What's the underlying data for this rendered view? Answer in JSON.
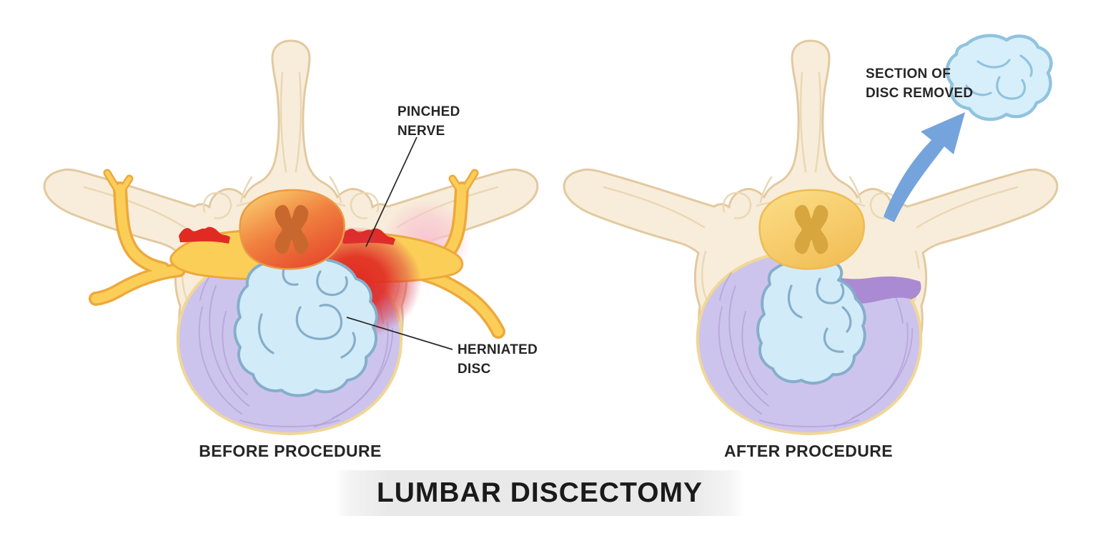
{
  "title": {
    "text": "LUMBAR DISCECTOMY"
  },
  "panels": {
    "before": {
      "caption": "BEFORE PROCEDURE",
      "labels": {
        "pinched_nerve": {
          "line1": "PINCHED",
          "line2": "NERVE"
        },
        "herniated_disc": {
          "line1": "HERNIATED",
          "line2": "DISC"
        }
      }
    },
    "after": {
      "caption": "AFTER PROCEDURE",
      "labels": {
        "section_removed": {
          "line1": "SECTION OF",
          "line2": "DISC REMOVED"
        }
      }
    }
  },
  "icons": {
    "removal_arrow": "curved-arrow-up-right-icon"
  },
  "palette": {
    "bone_fill": "#F8EDDA",
    "bone_stroke": "#E2C9A0",
    "bone_line": "#EAD8B5",
    "nerve_fill": "#FBCE58",
    "nerve_stroke": "#EDA93C",
    "cord_before_light": "#F9C96B",
    "cord_before_deep": "#E5452C",
    "cord_before_stroke": "#EA9B45",
    "gray_before": "#C9682E",
    "cord_after_light": "#FBDC85",
    "cord_after_deep": "#F2BD55",
    "cord_after_stroke": "#EEBB52",
    "gray_after": "#D8A63F",
    "inflammation_red": "#E12B22",
    "glow_pink": "#F8C2D0",
    "annulus_fill": "#CDC4ED",
    "annulus_line": "#B2A0D5",
    "disc_rim": "#F0D795",
    "nucleus_fill": "#D2EBF9",
    "nucleus_stroke": "#85AECA",
    "removed_patch": "#AB8AD4",
    "arrow_blue": "#74A4DB",
    "fragment_fill": "#D7EFFB",
    "fragment_stroke": "#90C3DF",
    "banner": "#E9E9E9",
    "ink": "#262626",
    "title_ink": "#1A1A1A"
  }
}
